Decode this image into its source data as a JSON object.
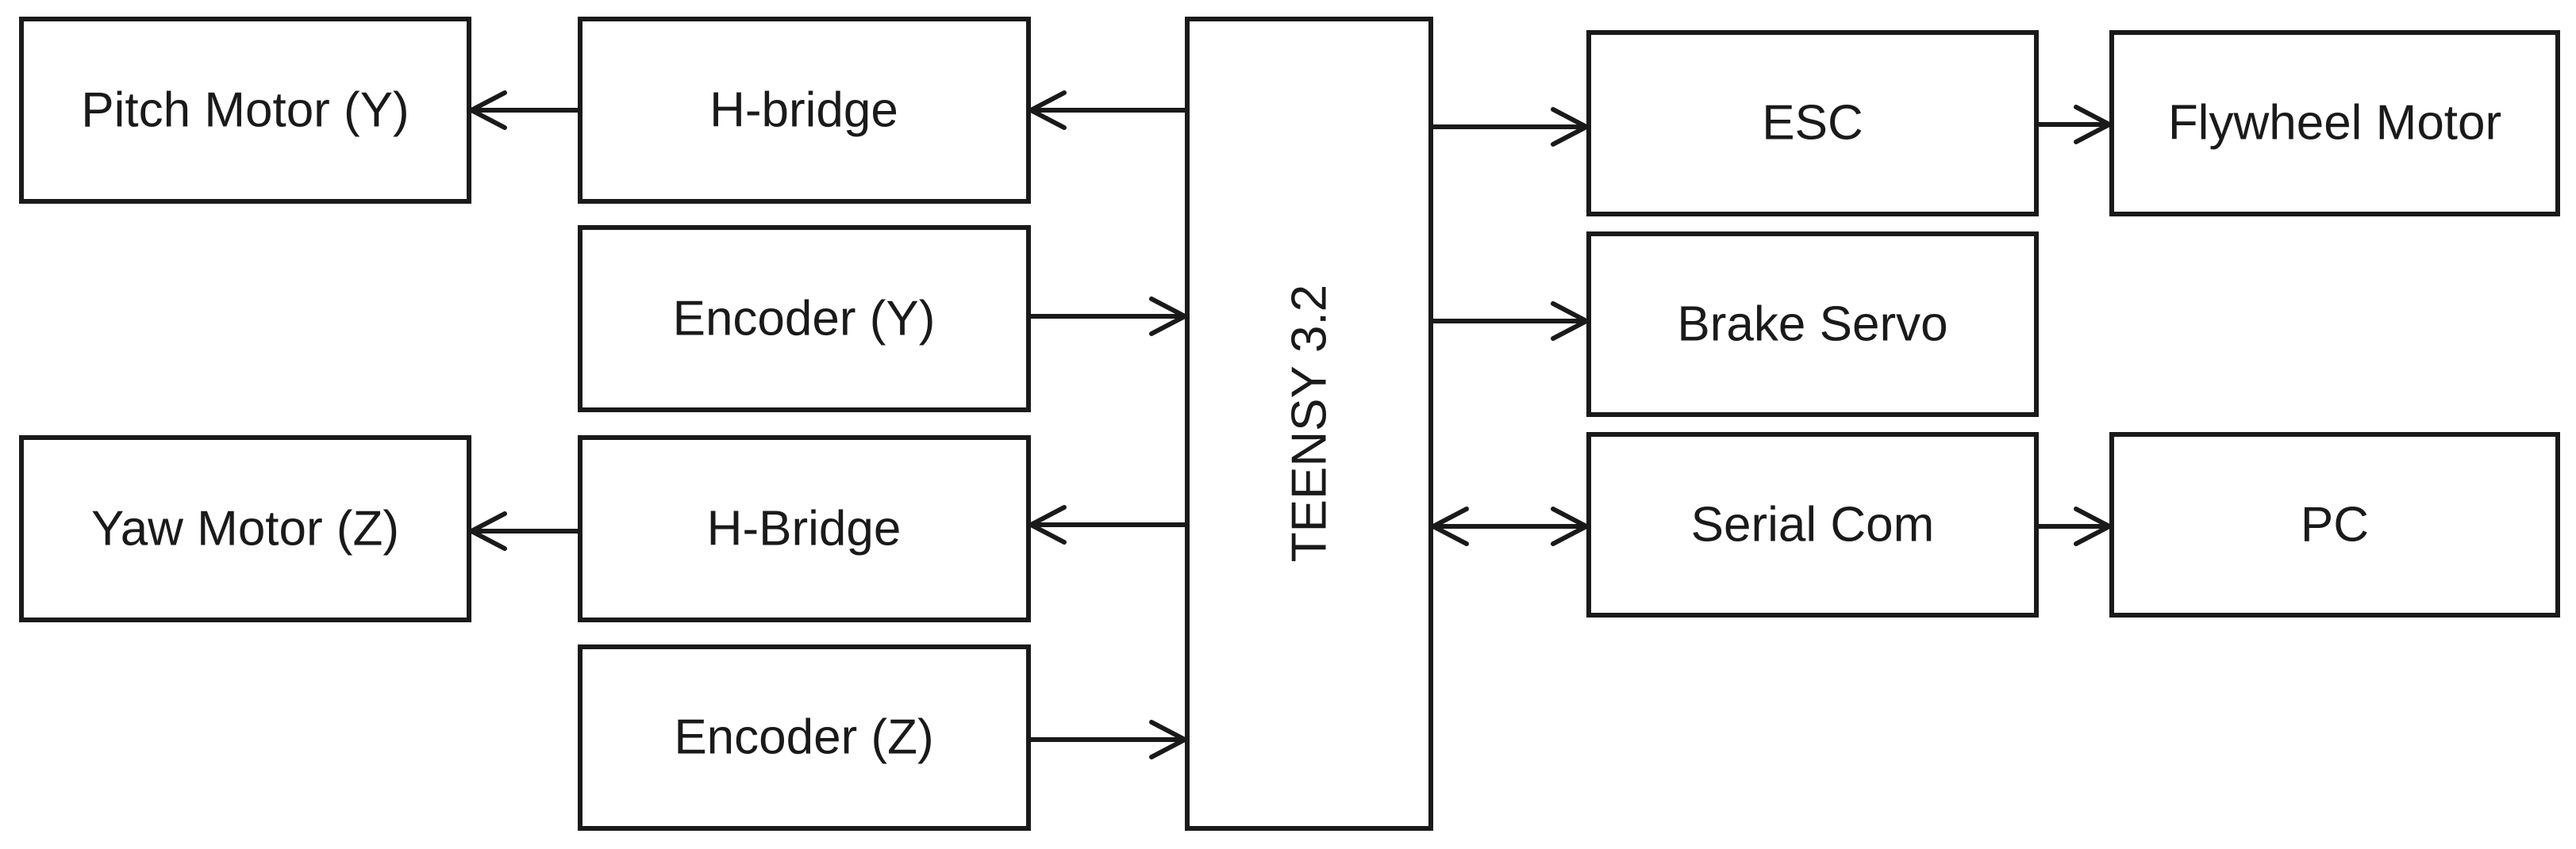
{
  "colors": {
    "line": "#1a1a1a",
    "box_fill": "#ffffff",
    "background": "#ffffff"
  },
  "blocks": {
    "pitch_motor": "Pitch Motor (Y)",
    "h_bridge_y": "H-bridge",
    "encoder_y": "Encoder (Y)",
    "yaw_motor": "Yaw Motor (Z)",
    "h_bridge_z": "H-Bridge",
    "encoder_z": "Encoder (Z)",
    "teensy": "TEENSY 3.2",
    "esc": "ESC",
    "flywheel_motor": "Flywheel Motor",
    "brake_servo": "Brake Servo",
    "serial_com": "Serial Com",
    "pc": "PC"
  },
  "connections": [
    {
      "from": "h_bridge_y",
      "to": "pitch_motor",
      "direction": "one-way"
    },
    {
      "from": "teensy",
      "to": "h_bridge_y",
      "direction": "one-way"
    },
    {
      "from": "encoder_y",
      "to": "teensy",
      "direction": "one-way"
    },
    {
      "from": "h_bridge_z",
      "to": "yaw_motor",
      "direction": "one-way"
    },
    {
      "from": "teensy",
      "to": "h_bridge_z",
      "direction": "one-way"
    },
    {
      "from": "encoder_z",
      "to": "teensy",
      "direction": "one-way"
    },
    {
      "from": "teensy",
      "to": "esc",
      "direction": "one-way"
    },
    {
      "from": "esc",
      "to": "flywheel_motor",
      "direction": "one-way"
    },
    {
      "from": "teensy",
      "to": "brake_servo",
      "direction": "one-way"
    },
    {
      "from": "teensy",
      "to": "serial_com",
      "direction": "two-way"
    },
    {
      "from": "serial_com",
      "to": "pc",
      "direction": "one-way"
    }
  ]
}
